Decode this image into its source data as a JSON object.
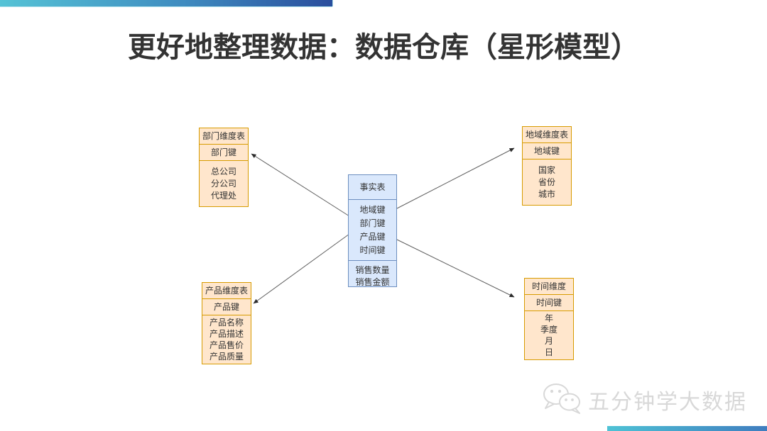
{
  "slide": {
    "title": "更好地整理数据：数据仓库（星形模型）"
  },
  "diagram": {
    "fact_table": {
      "title": "事实表",
      "keys": [
        "地域键",
        "部门键",
        "产品键",
        "时间键"
      ],
      "measures": [
        "销售数量",
        "销售金额"
      ],
      "fill_color": "#dae8fc",
      "border_color": "#6c8ebf"
    },
    "dimension_tables": [
      {
        "title": "部门维度表",
        "key": "部门键",
        "fields": [
          "总公司",
          "分公司",
          "代理处"
        ]
      },
      {
        "title": "地域维度表",
        "key": "地域键",
        "fields": [
          "国家",
          "省份",
          "城市"
        ]
      },
      {
        "title": "产品维度表",
        "key": "产品键",
        "fields": [
          "产品名称",
          "产品描述",
          "产品售价",
          "产品质量"
        ]
      },
      {
        "title": "时间维度",
        "key": "时间键",
        "fields": [
          "年",
          "季度",
          "月",
          "日"
        ]
      }
    ],
    "dimension_fill_color": "#ffe6cc",
    "dimension_border_color": "#d79b00",
    "arrow_color": "#5f5f5f"
  },
  "watermark": {
    "icon": "wechat-icon",
    "text": "五分钟学大数据",
    "color": "#d8d8d8"
  },
  "decorations": {
    "top_bar_gradient": [
      "#55c3d6",
      "#2a4d9d"
    ],
    "bottom_bar_gradient": [
      "#4ec2d5",
      "#3f7dbf"
    ]
  }
}
